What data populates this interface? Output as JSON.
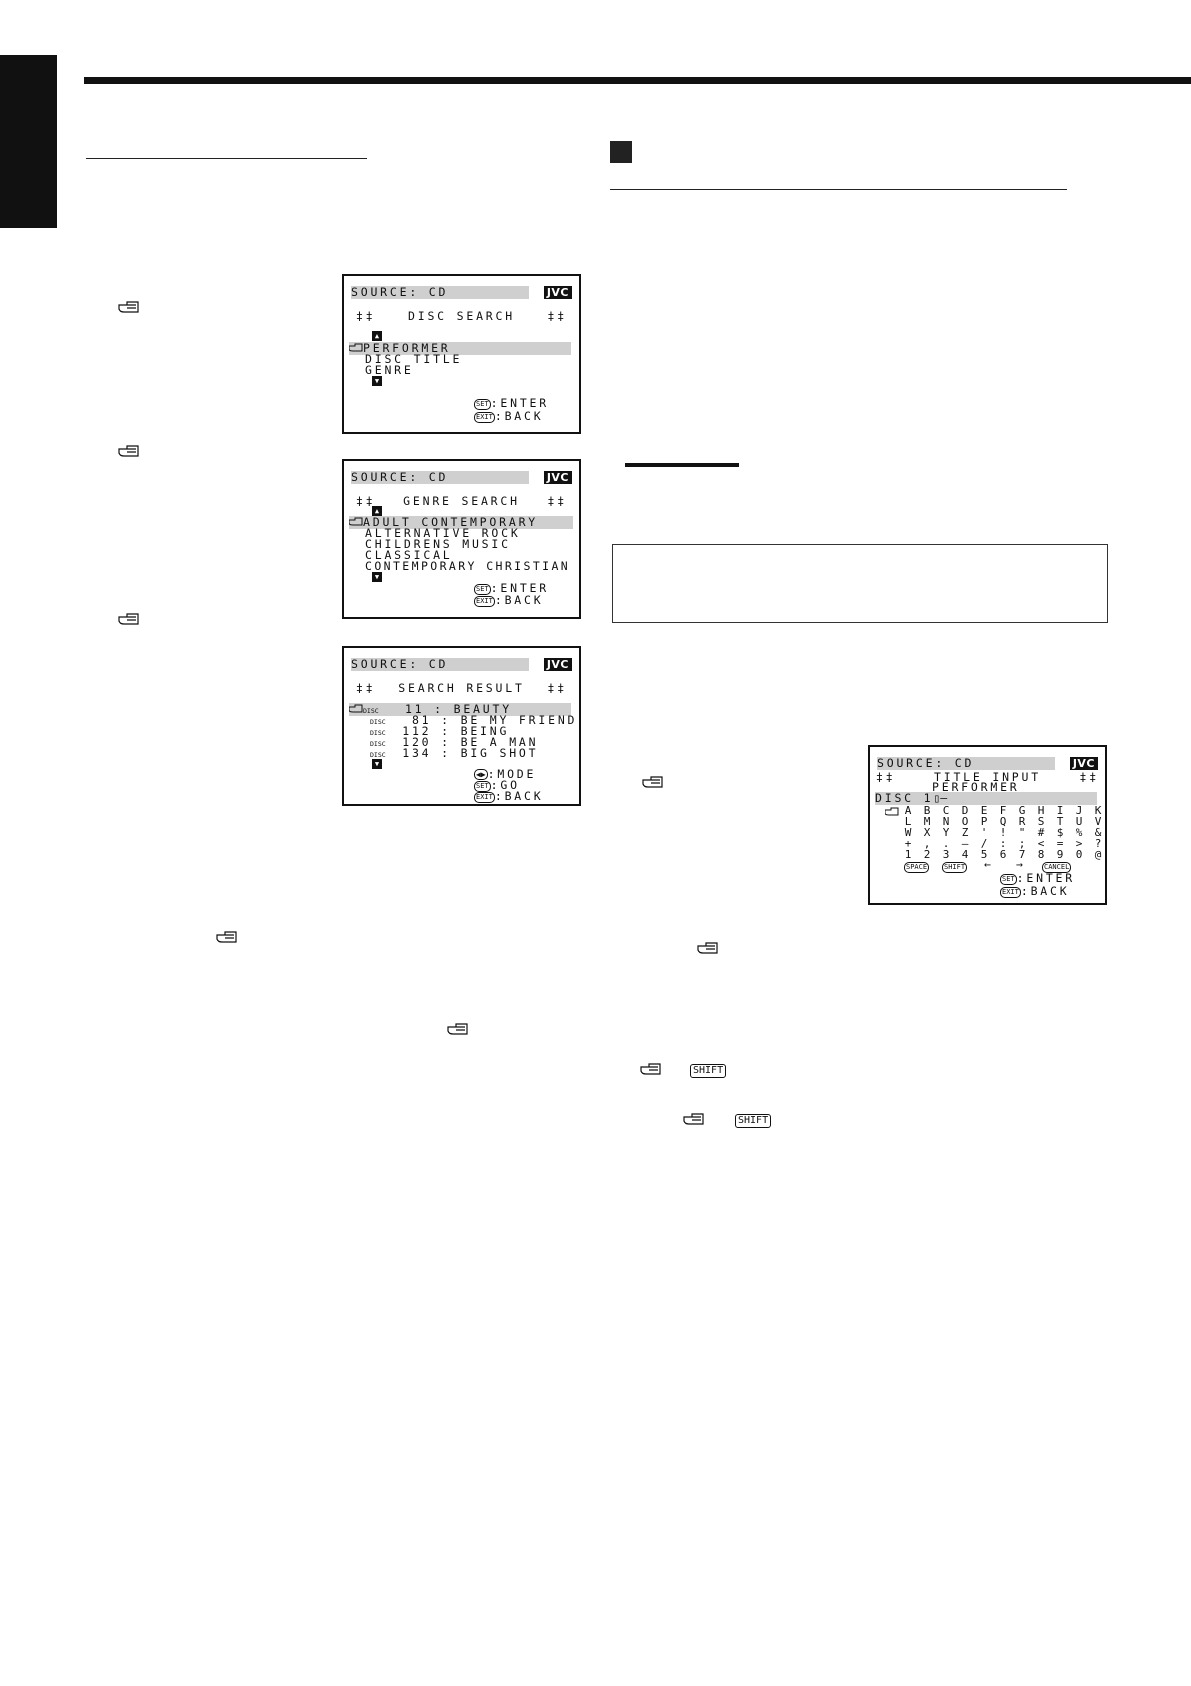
{
  "decor": {
    "hand_icon": "pointing-hand-icon"
  },
  "screen1": {
    "source": "SOURCE: CD",
    "logo": "JVC",
    "marks": "‡‡",
    "title": "DISC SEARCH",
    "items": [
      "PERFORMER",
      "DISC TITLE",
      "GENRE"
    ],
    "set_key": "SET",
    "set_label": ":ENTER",
    "exit_key": "EXIT",
    "exit_label": ":BACK"
  },
  "screen2": {
    "source": "SOURCE: CD",
    "logo": "JVC",
    "marks": "‡‡",
    "title": "GENRE SEARCH",
    "items": [
      "ADULT CONTEMPORARY",
      "ALTERNATIVE ROCK",
      "CHILDRENS MUSIC",
      "CLASSICAL",
      "CONTEMPORARY CHRISTIAN"
    ],
    "set_key": "SET",
    "set_label": ":ENTER",
    "exit_key": "EXIT",
    "exit_label": ":BACK"
  },
  "screen3": {
    "source": "SOURCE: CD",
    "logo": "JVC",
    "marks": "‡‡",
    "title": "SEARCH RESULT",
    "disc_label": "DISC",
    "results": [
      {
        "num": "11",
        "sep": ":",
        "name": "BEAUTY"
      },
      {
        "num": "81",
        "sep": ":",
        "name": "BE MY FRIEND"
      },
      {
        "num": "112",
        "sep": ":",
        "name": "BEING"
      },
      {
        "num": "120",
        "sep": ":",
        "name": "BE A MAN"
      },
      {
        "num": "134",
        "sep": ":",
        "name": "BIG SHOT"
      }
    ],
    "mode_label": ":MODE",
    "set_key": "SET",
    "go_label": ":GO",
    "exit_key": "EXIT",
    "exit_label": ":BACK"
  },
  "screen4": {
    "source": "SOURCE: CD",
    "logo": "JVC",
    "marks": "‡‡",
    "title": "TITLE INPUT",
    "subtitle": "PERFORMER",
    "disc_row": "DISC",
    "disc_num": "1",
    "keyboard": [
      [
        "A",
        "B",
        "C",
        "D",
        "E",
        "F",
        "G",
        "H",
        "I",
        "J",
        "K"
      ],
      [
        "L",
        "M",
        "N",
        "O",
        "P",
        "Q",
        "R",
        "S",
        "T",
        "U",
        "V"
      ],
      [
        "W",
        "X",
        "Y",
        "Z",
        "'",
        "!",
        "\"",
        "#",
        "$",
        "%",
        "&"
      ],
      [
        "+",
        ",",
        ".",
        "–",
        "/",
        ":",
        ";",
        "<",
        "=",
        ">",
        "?"
      ],
      [
        "1",
        "2",
        "3",
        "4",
        "5",
        "6",
        "7",
        "8",
        "9",
        "0",
        "@"
      ]
    ],
    "space_key": "SPACE",
    "shift_key": "SHIFT",
    "left_arrow": "←",
    "right_arrow": "→",
    "cancel_key": "CANCEL",
    "set_key": "SET",
    "set_label": ":ENTER",
    "exit_key": "EXIT",
    "exit_label": ":BACK"
  },
  "inline_keys": {
    "shift_1": "SHIFT",
    "shift_2": "SHIFT"
  }
}
